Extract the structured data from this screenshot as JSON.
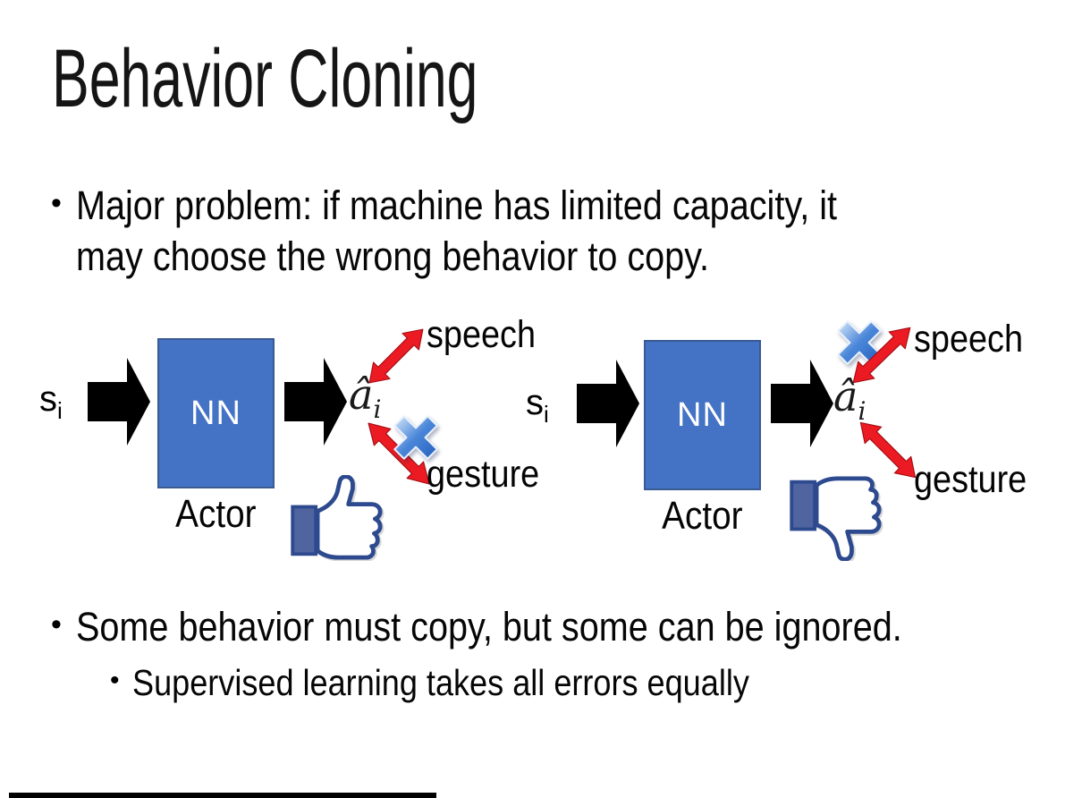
{
  "title": "Behavior Cloning",
  "bullet_char": "•",
  "bullets": {
    "major_problem": [
      "Major problem: if machine has limited capacity, it",
      "may choose the wrong behavior to copy."
    ],
    "some_behavior": "Some behavior must copy, but some can be ignored.",
    "supervised": "Supervised learning takes all errors equally"
  },
  "diagram_left": {
    "input_label": "s",
    "input_subscript": "i",
    "nn_label": "NN",
    "output_label": "â",
    "output_subscript": "i",
    "speech_label": "speech",
    "gesture_label": "gesture",
    "actor_label": "Actor",
    "crossed_out_action": "gesture",
    "feedback_icon": "thumbs-up-icon"
  },
  "diagram_right": {
    "input_label": "s",
    "input_subscript": "i",
    "nn_label": "NN",
    "output_label": "â",
    "output_subscript": "i",
    "speech_label": "speech",
    "gesture_label": "gesture",
    "actor_label": "Actor",
    "crossed_out_action": "speech",
    "feedback_icon": "thumbs-down-icon"
  },
  "colors": {
    "nn_box_fill": "#4472C4",
    "nn_box_border": "#3A5A94",
    "arrow_black": "#000000",
    "arrow_red": "#EC1B23",
    "arrow_red_edge": "#A50E14",
    "cross_blue_light": "#D9E9FB",
    "cross_blue_mid": "#4A86D8",
    "cross_blue_dark": "#2460BE",
    "thumb_outline": "#2E4A8F",
    "thumb_cuff": "#50659F",
    "thumb_shadow": "#D8D8D8"
  }
}
